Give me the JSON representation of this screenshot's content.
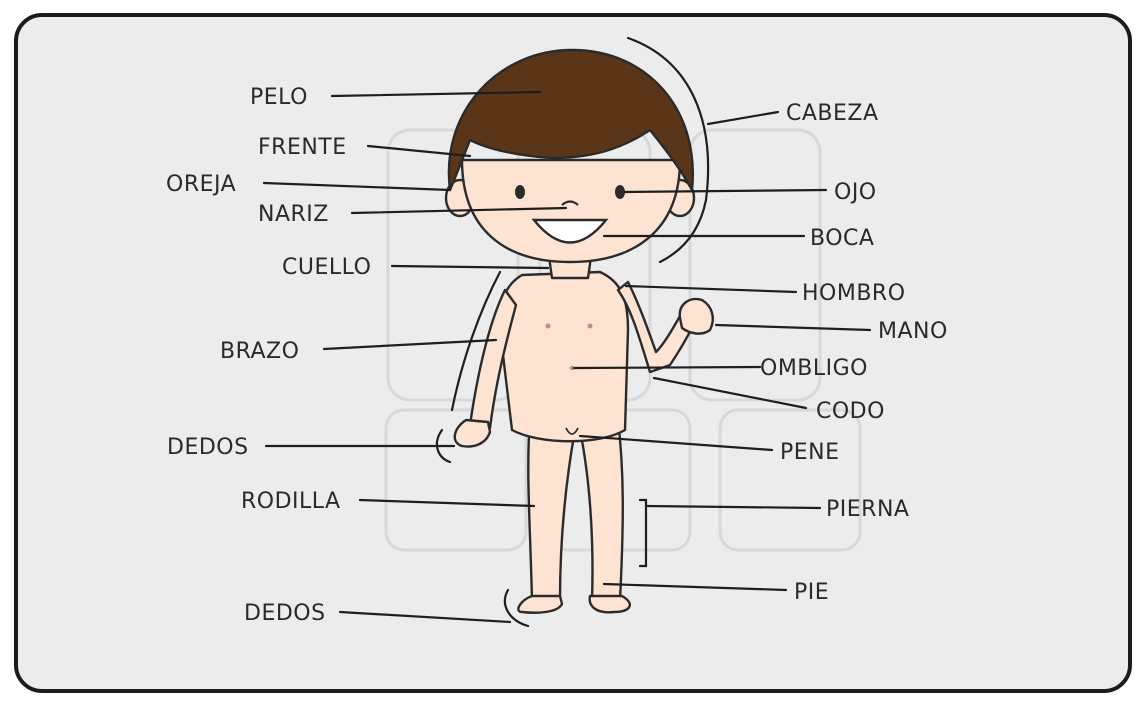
{
  "labels": {
    "pelo": "PELO",
    "frente": "FRENTE",
    "oreja": "OREJA",
    "nariz": "NARIZ",
    "cuello": "CUELLO",
    "brazo": "BRAZO",
    "dedos_mano": "DEDOS",
    "rodilla": "RODILLA",
    "dedos_pie": "DEDOS",
    "cabeza": "CABEZA",
    "ojo": "OJO",
    "boca": "BOCA",
    "hombro": "HOMBRO",
    "mano": "MANO",
    "ombligo": "OMBLIGO",
    "codo": "CODO",
    "pene": "PENE",
    "pierna": "PIERNA",
    "pie": "PIE"
  },
  "colors": {
    "skin": "#fde3d2",
    "hair": "#5a3518",
    "background": "#ececec",
    "border": "#1c1c1c"
  }
}
